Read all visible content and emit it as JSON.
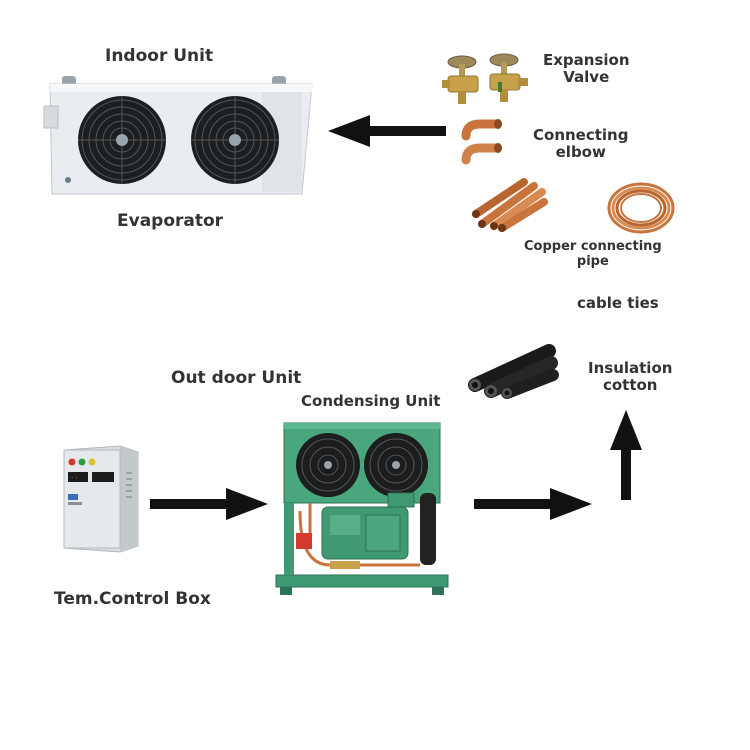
{
  "labels": {
    "indoor_unit": "Indoor Unit",
    "evaporator": "Evaporator",
    "expansion_valve": "Expansion\nValve",
    "connecting_elbow": "Connecting\nelbow",
    "copper_pipe": "Copper connecting\npipe",
    "cable_ties": "cable ties",
    "insulation_cotton": "Insulation\ncotton",
    "outdoor_unit": "Out door Unit",
    "condensing_unit": "Condensing Unit",
    "control_box": "Tem.Control Box"
  },
  "colors": {
    "label_text": "#333333",
    "arrow": "#111111",
    "unit_green": "#3f9a73",
    "copper": "#c8743c",
    "brass": "#c8a24a"
  },
  "icons": [
    "evaporator-unit-image",
    "expansion-valve-image",
    "elbow-image",
    "copper-pipe-image",
    "copper-coil-image",
    "insulation-tube-image",
    "control-box-image",
    "condensing-unit-image"
  ]
}
